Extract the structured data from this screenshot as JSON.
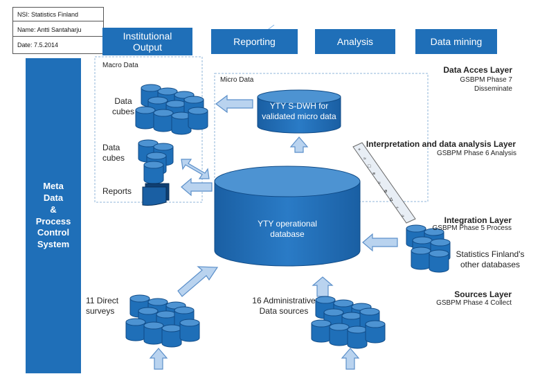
{
  "info": {
    "source": "NSI: Statistics Finland",
    "name": "Name: Antti Santaharju",
    "date": "Date: 7.5.2014"
  },
  "top_buttons": {
    "institutional": "Institutional\nOutput",
    "reporting": "Reporting",
    "analysis": "Analysis",
    "data_mining": "Data mining"
  },
  "meta_box": "Meta\nData\n&\nProcess\nControl\nSystem",
  "regions": {
    "macro": "Macro Data",
    "micro": "Micro Data"
  },
  "labels": {
    "data_cubes_1": "Data\ncubes",
    "data_cubes_2": "Data\ncubes",
    "reports": "Reports",
    "s_dwh": "YTY S-DWH for\nvalidated micro data",
    "operational": "YTY operational\ndatabase",
    "direct_surveys": "11 Direct\nsurveys",
    "admin_sources": "16 Administrative\nData sources",
    "other_db": "Statistics Finland's\nother databases"
  },
  "layers": {
    "access": {
      "title": "Data Acces Layer",
      "phase": "GSBPM Phase 7\nDisseminate"
    },
    "interpretation": {
      "title": "Interpretation and data analysis Layer",
      "phase": "GSBPM Phase 6 Analysis"
    },
    "integration": {
      "title": "Integration Layer",
      "phase": "GSBPM Phase 5 Process"
    },
    "sources": {
      "title": "Sources Layer",
      "phase": "GSBPM Phase 4 Collect"
    }
  },
  "colors": {
    "blue": "#1f6fb8",
    "cylinder_top": "#4d93d2",
    "arrow_fill": "#b9d3ef",
    "arrow_stroke": "#5b8fc9",
    "dashed": "#8fb4d8"
  },
  "icons": [
    "database-cluster-icon",
    "database-icon",
    "arrow-icon",
    "report-stack-icon"
  ]
}
